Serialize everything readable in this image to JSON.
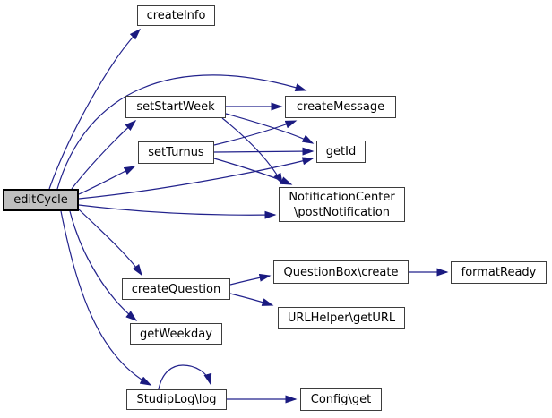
{
  "graph": {
    "type": "call-graph",
    "background_color": "#ffffff",
    "edge_color": "#22228c",
    "node_border_color": "#3d3d3d",
    "node_fill_color": "#ffffff",
    "highlight_fill_color": "#bfbfbf",
    "nodes": [
      {
        "id": "editCycle",
        "label": "editCycle",
        "highlighted": true
      },
      {
        "id": "createInfo",
        "label": "createInfo",
        "highlighted": false
      },
      {
        "id": "setStartWeek",
        "label": "setStartWeek",
        "highlighted": false
      },
      {
        "id": "setTurnus",
        "label": "setTurnus",
        "highlighted": false
      },
      {
        "id": "createMessage",
        "label": "createMessage",
        "highlighted": false
      },
      {
        "id": "getId",
        "label": "getId",
        "highlighted": false
      },
      {
        "id": "NotificationCenter\\postNotification",
        "label": "NotificationCenter\\postNotification",
        "lines": [
          "NotificationCenter",
          "\\postNotification"
        ],
        "highlighted": false
      },
      {
        "id": "createQuestion",
        "label": "createQuestion",
        "highlighted": false
      },
      {
        "id": "getWeekday",
        "label": "getWeekday",
        "highlighted": false
      },
      {
        "id": "StudipLog\\log",
        "label": "StudipLog\\log",
        "highlighted": false
      },
      {
        "id": "QuestionBox\\create",
        "label": "QuestionBox\\create",
        "highlighted": false
      },
      {
        "id": "URLHelper\\getURL",
        "label": "URLHelper\\getURL",
        "highlighted": false
      },
      {
        "id": "formatReady",
        "label": "formatReady",
        "highlighted": false
      },
      {
        "id": "Config\\get",
        "label": "Config\\get",
        "highlighted": false
      }
    ],
    "edges": [
      {
        "from": "editCycle",
        "to": "createInfo"
      },
      {
        "from": "editCycle",
        "to": "createMessage"
      },
      {
        "from": "editCycle",
        "to": "setStartWeek"
      },
      {
        "from": "editCycle",
        "to": "setTurnus"
      },
      {
        "from": "editCycle",
        "to": "getId"
      },
      {
        "from": "editCycle",
        "to": "NotificationCenter\\postNotification"
      },
      {
        "from": "editCycle",
        "to": "createQuestion"
      },
      {
        "from": "editCycle",
        "to": "getWeekday"
      },
      {
        "from": "editCycle",
        "to": "StudipLog\\log"
      },
      {
        "from": "setStartWeek",
        "to": "createMessage"
      },
      {
        "from": "setStartWeek",
        "to": "getId"
      },
      {
        "from": "setStartWeek",
        "to": "NotificationCenter\\postNotification"
      },
      {
        "from": "setTurnus",
        "to": "createMessage"
      },
      {
        "from": "setTurnus",
        "to": "getId"
      },
      {
        "from": "setTurnus",
        "to": "NotificationCenter\\postNotification"
      },
      {
        "from": "createQuestion",
        "to": "QuestionBox\\create"
      },
      {
        "from": "createQuestion",
        "to": "URLHelper\\getURL"
      },
      {
        "from": "QuestionBox\\create",
        "to": "formatReady"
      },
      {
        "from": "StudipLog\\log",
        "to": "StudipLog\\log"
      },
      {
        "from": "StudipLog\\log",
        "to": "Config\\get"
      }
    ]
  }
}
